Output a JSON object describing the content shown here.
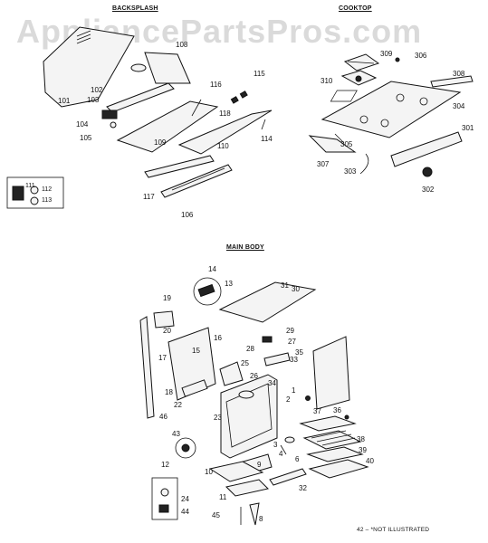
{
  "watermark": "AppliancePartsPros.com",
  "sections": {
    "backsplash": "BACKSPLASH",
    "cooktop": "COOKTOP",
    "main_body": "MAIN BODY"
  },
  "footnote": "42 – *NOT ILLUSTRATED",
  "labels": {
    "backsplash": [
      "101",
      "102",
      "103",
      "104",
      "105",
      "106",
      "108",
      "109",
      "110",
      "114",
      "115",
      "116",
      "117",
      "118",
      "111",
      "112",
      "113"
    ],
    "cooktop": [
      "309",
      "306",
      "308",
      "310",
      "304",
      "301",
      "305",
      "307",
      "303",
      "302"
    ],
    "main_body": [
      "14",
      "13",
      "19",
      "31",
      "30",
      "20",
      "16",
      "15",
      "17",
      "29",
      "27",
      "28",
      "35",
      "33",
      "18",
      "22",
      "25",
      "26",
      "34",
      "1",
      "2",
      "23",
      "46",
      "43",
      "3",
      "4",
      "6",
      "37",
      "36",
      "38",
      "39",
      "40",
      "12",
      "9",
      "10",
      "24",
      "44",
      "11",
      "32",
      "45",
      "8"
    ]
  }
}
